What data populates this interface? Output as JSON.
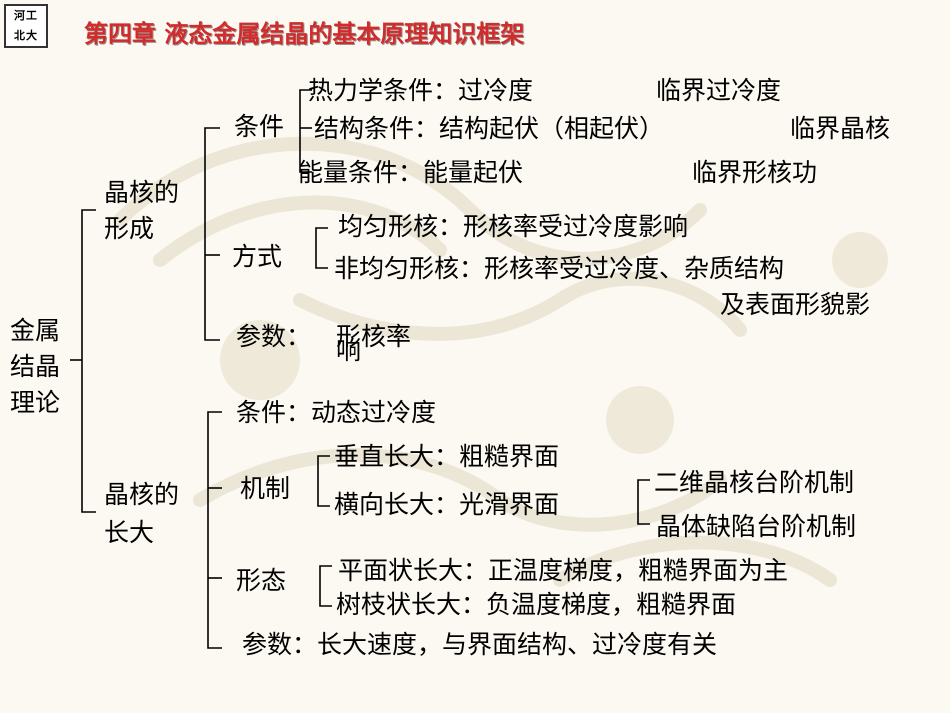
{
  "logo": {
    "line1": "河工",
    "line2": "北大"
  },
  "title": "第四章  液态金属结晶的基本原理知识框架",
  "root": {
    "line1": "金属",
    "line2": "结晶",
    "line3": "理论"
  },
  "nucleation": {
    "label_l1": "晶核的",
    "label_l2": "形成",
    "conditions": {
      "label": "条件",
      "thermo": "热力学条件：过冷度",
      "thermo_critical": "临界过冷度",
      "structure": "结构条件：结构起伏（相起伏）",
      "structure_critical": "临界晶核",
      "energy": "能量条件：能量起伏",
      "energy_critical": "临界形核功"
    },
    "modes": {
      "label": "方式",
      "homogeneous": "均匀形核：形核率受过冷度影响",
      "heterogeneous": "非均匀形核：形核率受过冷度、杂质结构",
      "heterogeneous_cont": "及表面形貌影"
    },
    "params": {
      "label": "参数：",
      "value": "形核率",
      "overlap": "响"
    }
  },
  "growth": {
    "label_l1": "晶核的",
    "label_l2": "长大",
    "conditions": "条件：动态过冷度",
    "mechanism": {
      "label": "机制",
      "vertical": "垂直长大：粗糙界面",
      "lateral": "横向长大：光滑界面",
      "twod": "二维晶核台阶机制",
      "defect": "晶体缺陷台阶机制"
    },
    "morphology": {
      "label": "形态",
      "planar": "平面状长大：正温度梯度，粗糙界面为主",
      "dendritic": "树枝状长大：负温度梯度，粗糙界面"
    },
    "params": "参数：长大速度，与界面结构、过冷度有关"
  }
}
